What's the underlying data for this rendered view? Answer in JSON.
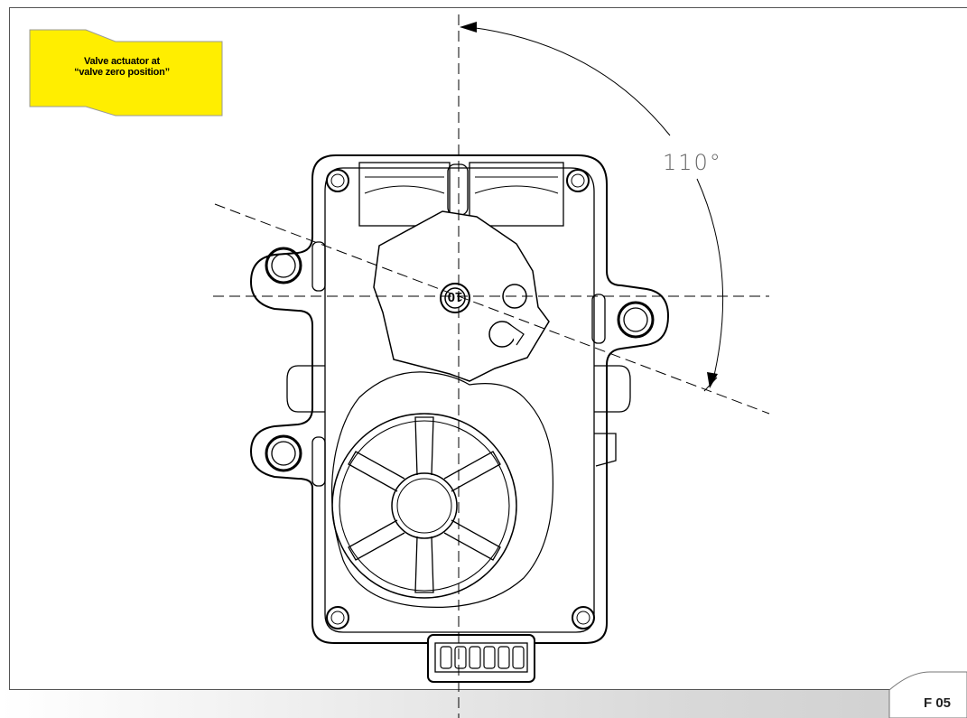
{
  "callout": {
    "line1": "Valve actuator at",
    "line2": "“valve zero position”",
    "color": "#ffee00"
  },
  "angle_label": "110°",
  "gear_marking": "10",
  "figure_tab": "F 05"
}
